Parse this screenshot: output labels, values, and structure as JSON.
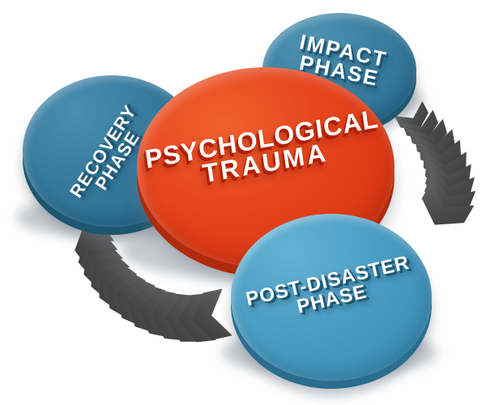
{
  "diagram": {
    "center": {
      "line1": "PSYCHOLOGICAL",
      "line2": "TRAUMA"
    },
    "phases": [
      {
        "id": "impact",
        "line1": "IMPACT",
        "line2": "PHASE"
      },
      {
        "id": "recovery",
        "line1": "RECOVERY",
        "line2": "PHASE"
      },
      {
        "id": "post_disaster",
        "line1": "POST-DISASTER",
        "line2": "PHASE"
      }
    ],
    "arrows": {
      "right_arc_chevrons": 10,
      "left_arc_chevrons": 13,
      "flow": "clockwise"
    },
    "colors": {
      "center_fill": "#e6451d",
      "center_rim": "#b02a0e",
      "impact_fill": "#3a7fa0",
      "recovery_fill": "#35799c",
      "post_disaster_fill": "#4a9dc3",
      "teal_rim": "#1f5871",
      "arrow_fill": "#4a4a4a",
      "arrow_dark": "#1f1f1f",
      "text": "#ffffff",
      "background": "#ffffff"
    }
  }
}
